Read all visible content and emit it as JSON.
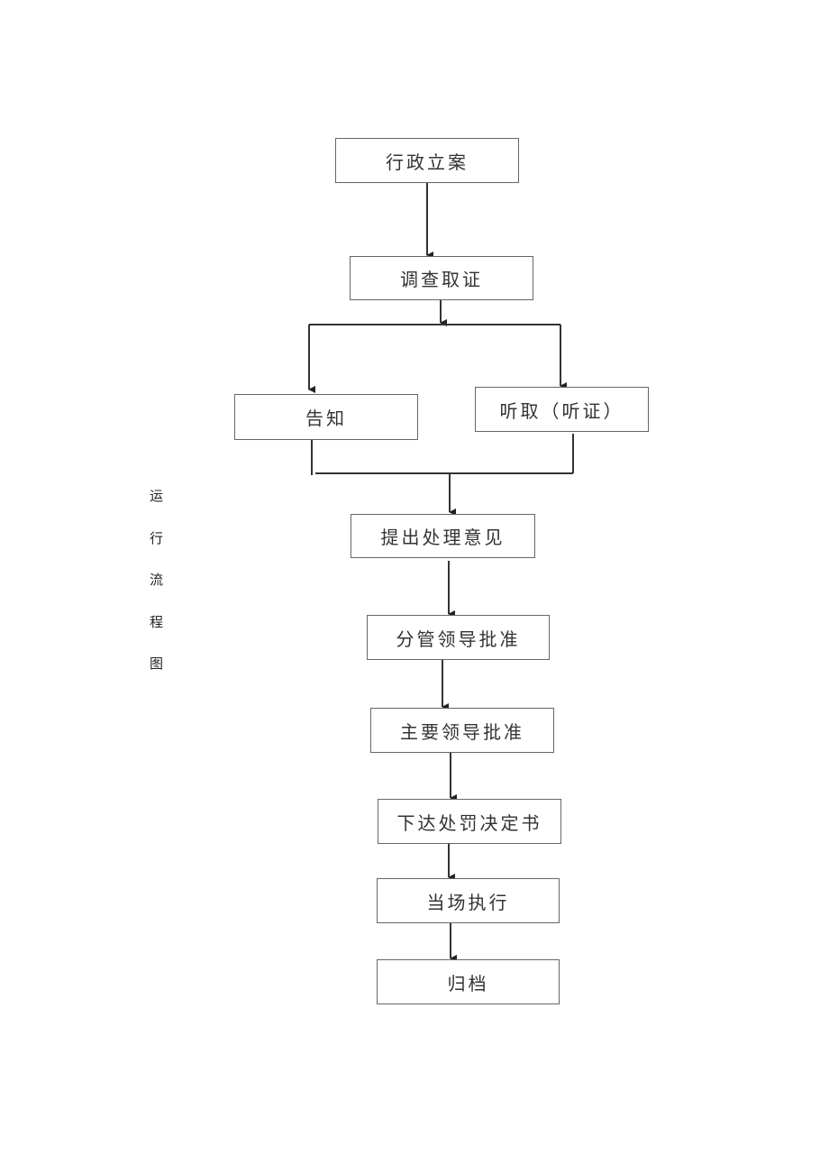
{
  "flowchart": {
    "nodes": [
      {
        "id": "n1",
        "label": "行政立案"
      },
      {
        "id": "n2",
        "label": "调查取证"
      },
      {
        "id": "n3",
        "label": "告知"
      },
      {
        "id": "n4",
        "label": "听取（听证）"
      },
      {
        "id": "n5",
        "label": "提出处理意见"
      },
      {
        "id": "n6",
        "label": "分管领导批准"
      },
      {
        "id": "n7",
        "label": "主要领导批准"
      },
      {
        "id": "n8",
        "label": "下达处罚决定书"
      },
      {
        "id": "n9",
        "label": "当场执行"
      },
      {
        "id": "n10",
        "label": "归档"
      }
    ],
    "edges": [
      [
        "n1",
        "n2"
      ],
      [
        "n2",
        "n3"
      ],
      [
        "n2",
        "n4"
      ],
      [
        "n3",
        "n5"
      ],
      [
        "n4",
        "n5"
      ],
      [
        "n5",
        "n6"
      ],
      [
        "n6",
        "n7"
      ],
      [
        "n7",
        "n8"
      ],
      [
        "n8",
        "n9"
      ],
      [
        "n9",
        "n10"
      ]
    ]
  },
  "side_title": [
    "运",
    "行",
    "流",
    "程",
    "图"
  ]
}
